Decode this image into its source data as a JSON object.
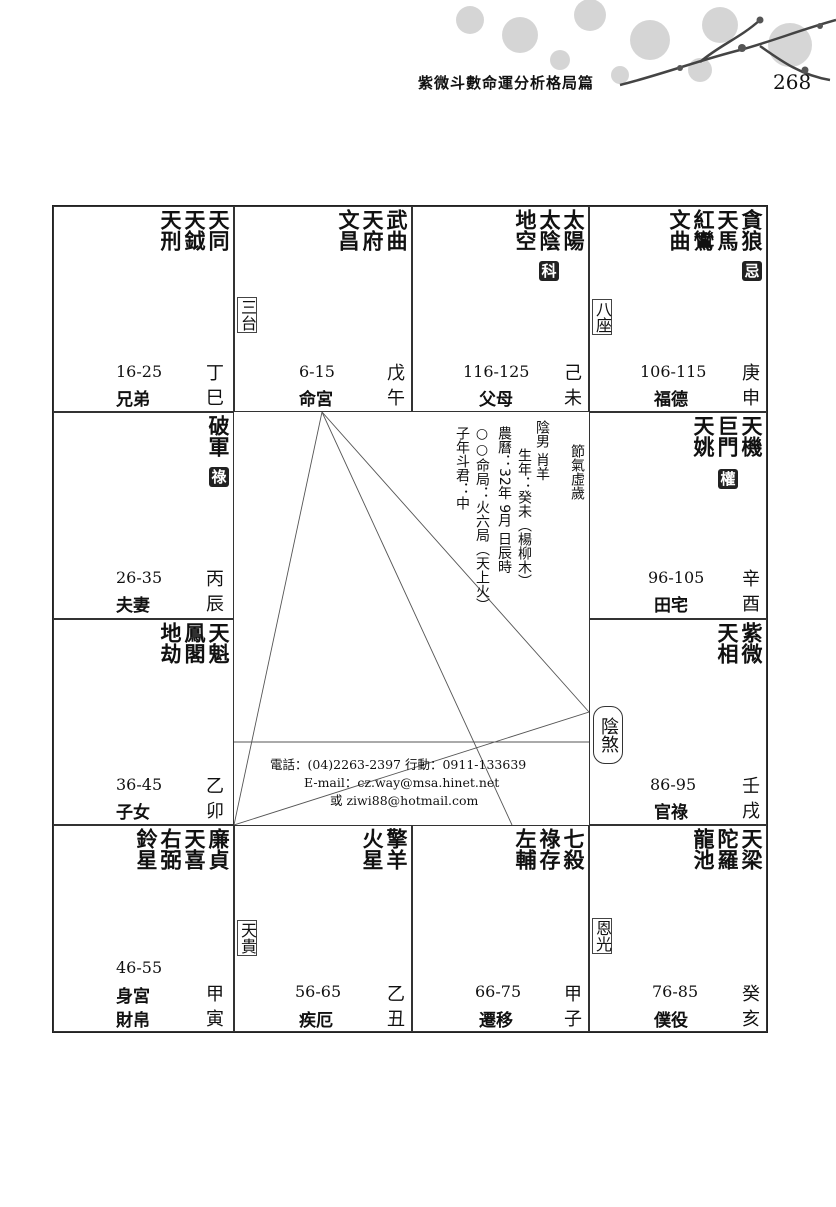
{
  "header": {
    "book_title": "紫微斗數命運分析格局篇",
    "page_number": "268"
  },
  "chart": {
    "center": {
      "column_1": "節氣虛歲",
      "column_2": "陰男 肖羊",
      "column_3": "生年：癸未（楊柳木）",
      "column_4": "農曆：32年 9月 日辰時",
      "column_5": "○○命局：火六局（天上火）",
      "column_6": "子年斗君：中",
      "phone": "電話：(04)2263-2397  行動：0911-133639",
      "email": "E-mail：cz.way@msa.hinet.net",
      "email2": "或 ziwi88@hotmail.com",
      "yinsha": "陰煞"
    },
    "palaces": {
      "si": {
        "stars": [
          "天同",
          "天鉞",
          "天刑"
        ],
        "age": "16-25",
        "palace": "兄弟",
        "stem": "丁",
        "branch": "巳"
      },
      "wu": {
        "stars": [
          "武曲",
          "天府",
          "文昌"
        ],
        "minor": "三台",
        "age": "6-15",
        "palace": "命宮",
        "stem": "戊",
        "branch": "午"
      },
      "wei": {
        "stars": [
          "太陽",
          "太陰",
          "地空"
        ],
        "badge": "科",
        "age": "116-125",
        "palace": "父母",
        "stem": "己",
        "branch": "未"
      },
      "shen": {
        "stars": [
          "貪狼",
          "天馬",
          "紅鸞",
          "文曲"
        ],
        "badge": "忌",
        "minor": "八座",
        "age": "106-115",
        "palace": "福德",
        "stem": "庚",
        "branch": "申"
      },
      "chen": {
        "stars": [
          "破軍"
        ],
        "badge": "祿",
        "age": "26-35",
        "palace": "夫妻",
        "stem": "丙",
        "branch": "辰"
      },
      "you": {
        "stars": [
          "天機",
          "巨門",
          "天姚"
        ],
        "badge": "權",
        "age": "96-105",
        "palace": "田宅",
        "stem": "辛",
        "branch": "酉"
      },
      "mao": {
        "stars": [
          "天魁",
          "鳳閣",
          "地劫"
        ],
        "age": "36-45",
        "palace": "子女",
        "stem": "乙",
        "branch": "卯"
      },
      "xu": {
        "stars": [
          "紫微",
          "天相"
        ],
        "age": "86-95",
        "palace": "官祿",
        "stem": "壬",
        "branch": "戌"
      },
      "yin": {
        "stars": [
          "廉貞",
          "天喜",
          "右弼",
          "鈴星"
        ],
        "minor": "天貴",
        "age": "46-55",
        "body": "身宮",
        "palace": "財帛",
        "stem": "甲",
        "branch": "寅"
      },
      "chou": {
        "stars": [
          "擎羊",
          "火星"
        ],
        "age": "56-65",
        "palace": "疾厄",
        "stem": "乙",
        "branch": "丑"
      },
      "zi": {
        "stars": [
          "七殺",
          "祿存",
          "左輔"
        ],
        "age": "66-75",
        "palace": "遷移",
        "stem": "甲",
        "branch": "子"
      },
      "hai": {
        "stars": [
          "天梁",
          "陀羅",
          "龍池"
        ],
        "minor": "恩光",
        "age": "76-85",
        "palace": "僕役",
        "stem": "癸",
        "branch": "亥"
      }
    }
  }
}
